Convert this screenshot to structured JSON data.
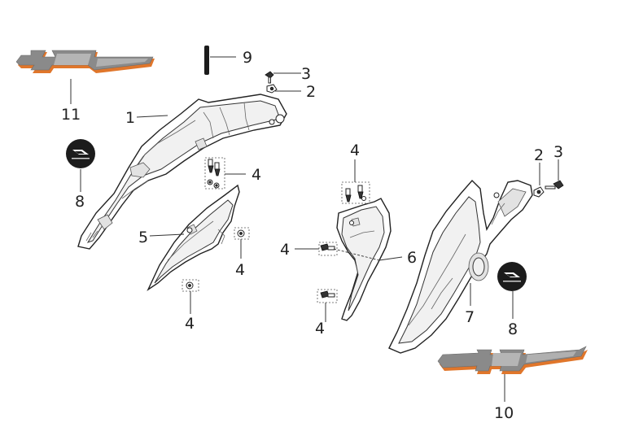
{
  "callouts": [
    {
      "id": "c1",
      "text": "1"
    },
    {
      "id": "c2a",
      "text": "2"
    },
    {
      "id": "c3a",
      "text": "3"
    },
    {
      "id": "c4a",
      "text": "4"
    },
    {
      "id": "c4b",
      "text": "4"
    },
    {
      "id": "c4c",
      "text": "4"
    },
    {
      "id": "c5",
      "text": "5"
    },
    {
      "id": "c8a",
      "text": "8"
    },
    {
      "id": "c9",
      "text": "9"
    },
    {
      "id": "c11",
      "text": "11"
    },
    {
      "id": "c4d",
      "text": "4"
    },
    {
      "id": "c4e",
      "text": "4"
    },
    {
      "id": "c4f",
      "text": "4"
    },
    {
      "id": "c6",
      "text": "6"
    },
    {
      "id": "c2b",
      "text": "2"
    },
    {
      "id": "c3b",
      "text": "3"
    },
    {
      "id": "c7",
      "text": "7"
    },
    {
      "id": "c8b",
      "text": "8"
    },
    {
      "id": "c10",
      "text": "10"
    }
  ],
  "colors": {
    "decal_gray": "#8a8a8a",
    "decal_orange": "#e0762b",
    "emblem_dark": "#1c1c1c",
    "line": "#222222"
  }
}
